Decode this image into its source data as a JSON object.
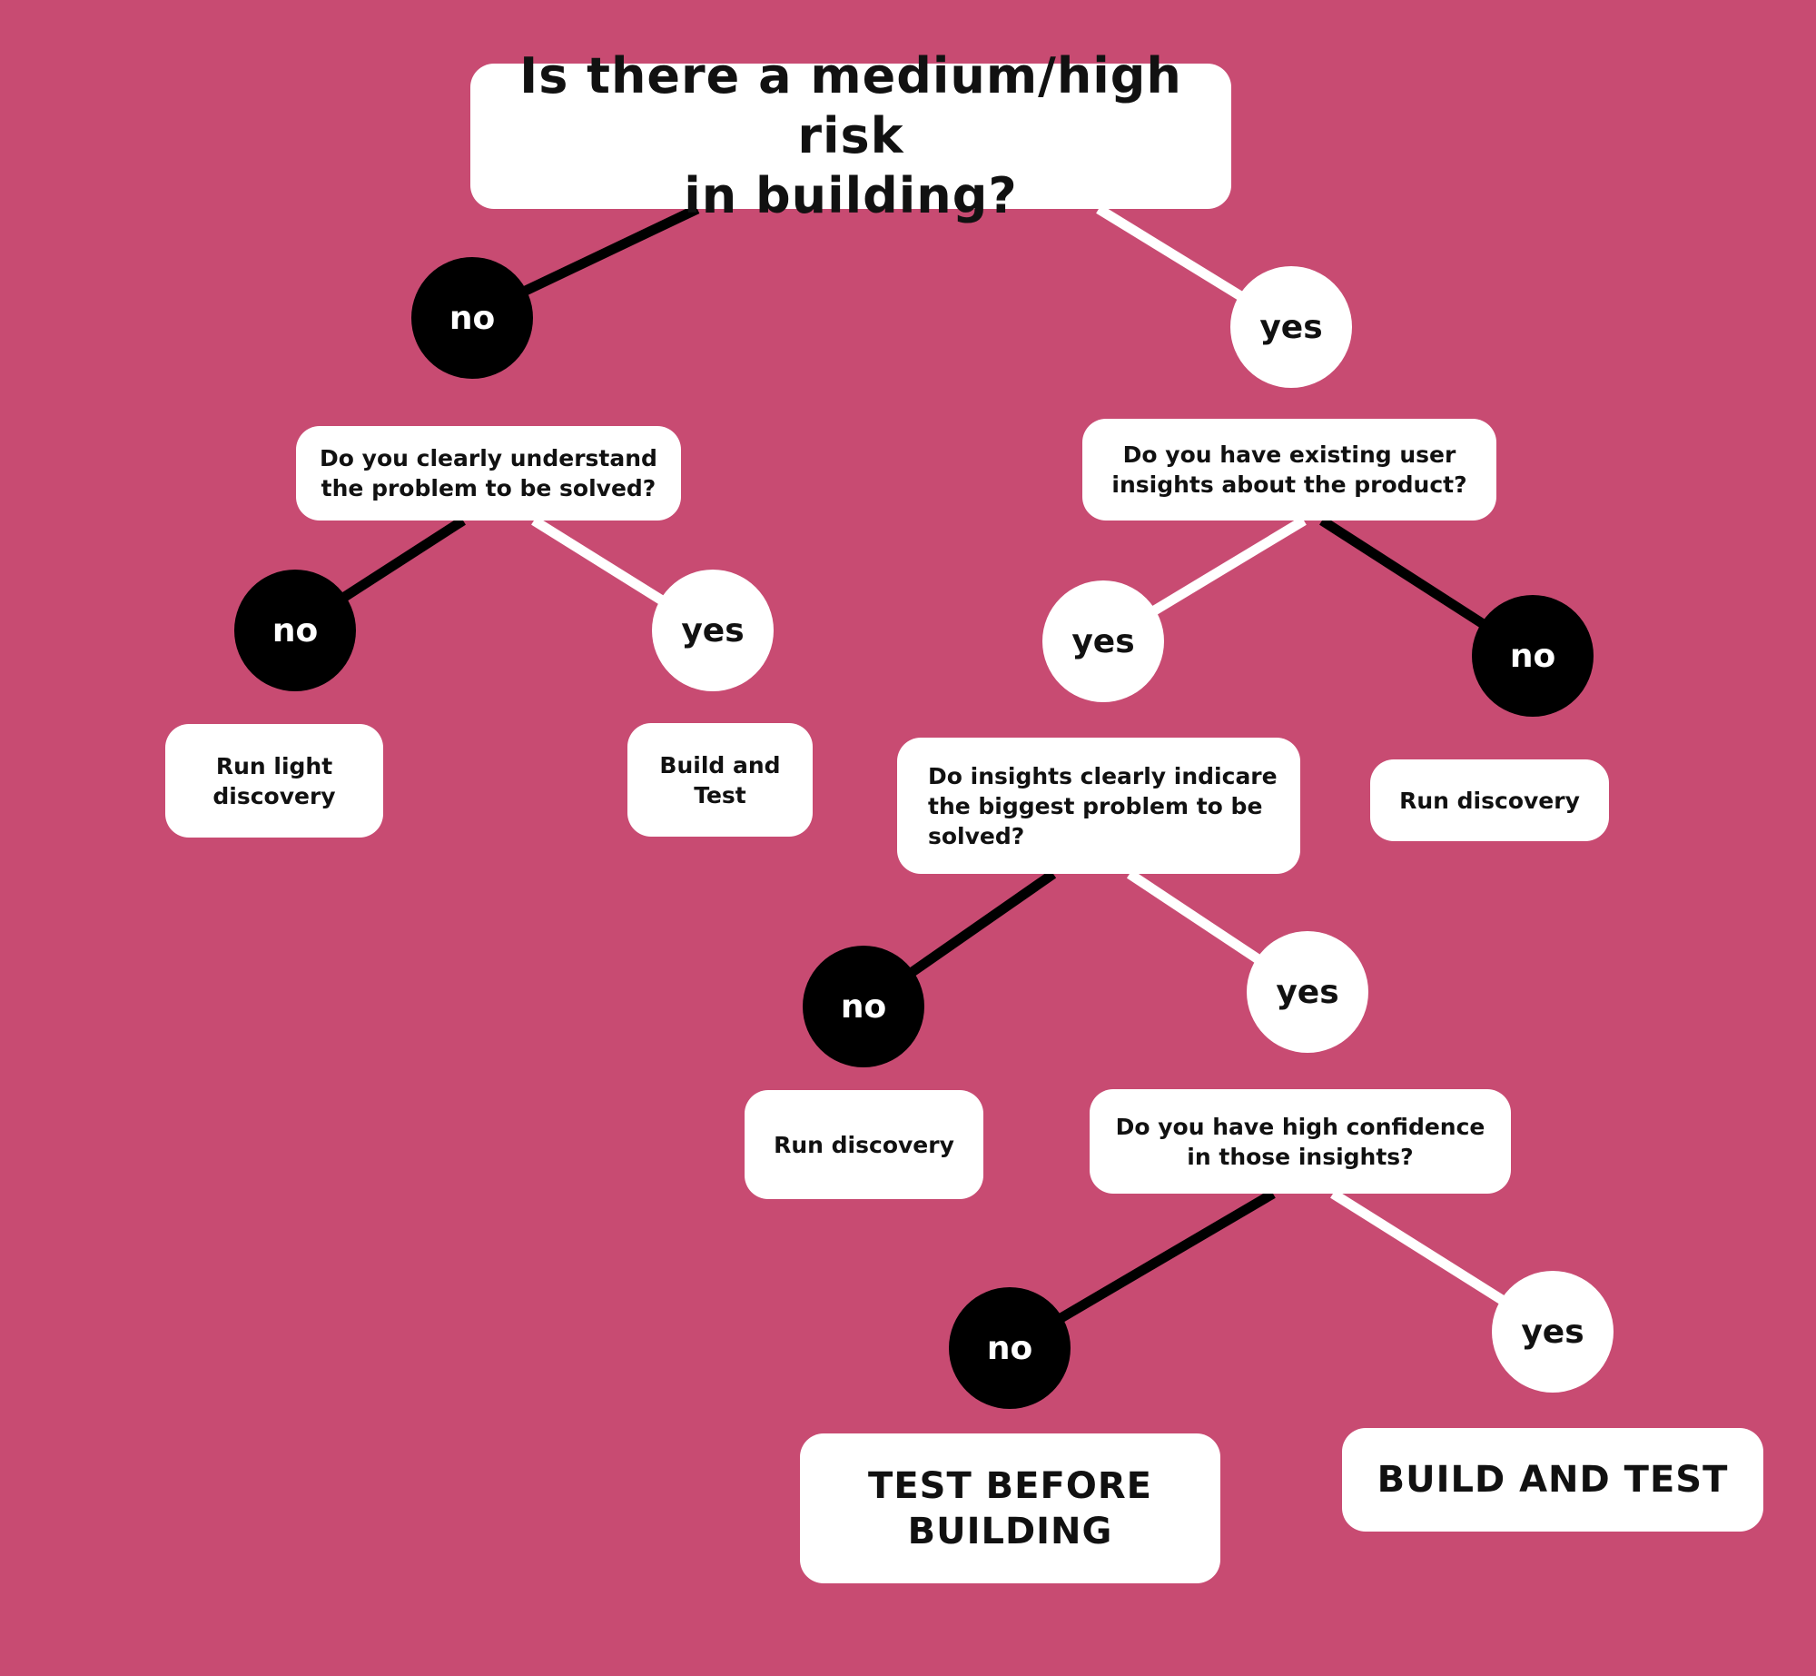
{
  "root_question": "Is there a medium/high risk\nin building?",
  "branch_labels": {
    "no": "no",
    "yes": "yes"
  },
  "questions": {
    "understand_problem": "Do you clearly understand\nthe problem to be solved?",
    "existing_insights": "Do you have existing user\ninsights about the product?",
    "insights_indicate_problem": "Do insights clearly indicare\nthe biggest problem to be\nsolved?",
    "high_confidence": "Do you have high confidence\nin those insights?"
  },
  "outcomes": {
    "run_light_discovery": "Run light\ndiscovery",
    "build_and_test_small": "Build and\nTest",
    "run_discovery_1": "Run discovery",
    "run_discovery_2": "Run discovery",
    "test_before_building": "TEST BEFORE\nBUILDING",
    "build_and_test_final": "BUILD AND TEST"
  },
  "colors": {
    "background": "#c84b72",
    "no": "#000000",
    "yes": "#ffffff",
    "box": "#ffffff"
  }
}
